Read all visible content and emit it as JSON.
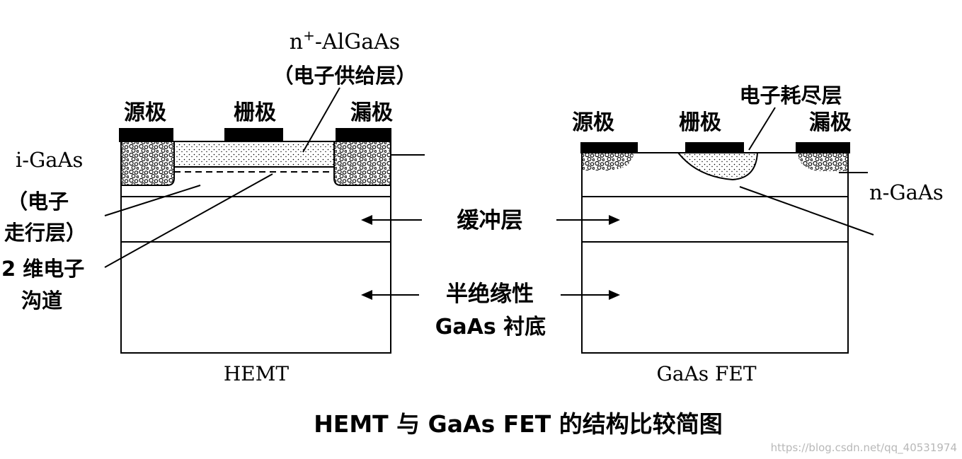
{
  "caption": "HEMT 与 GaAs FET 的结构比较简图",
  "watermark": "https://blog.csdn.net/qq_40531974",
  "hemt": {
    "title": "HEMT",
    "source": "源极",
    "gate": "栅极",
    "drain": "漏极",
    "supply_layer_name": "n+-AlGaAs",
    "supply_layer_desc": "（电子供给层）",
    "igaas": "i-GaAs",
    "transit_line1": "（电子",
    "transit_line2": "走行层）",
    "channel_line1": "2 维电子",
    "channel_line2": "沟道"
  },
  "fet": {
    "title": "GaAs FET",
    "source": "源极",
    "gate": "栅极",
    "drain": "漏极",
    "depletion": "电子耗尽层",
    "ngaas": "n-GaAs"
  },
  "shared": {
    "buffer": "缓冲层",
    "substrate_line1": "半绝缘性",
    "substrate_line2": "GaAs 衬底"
  }
}
